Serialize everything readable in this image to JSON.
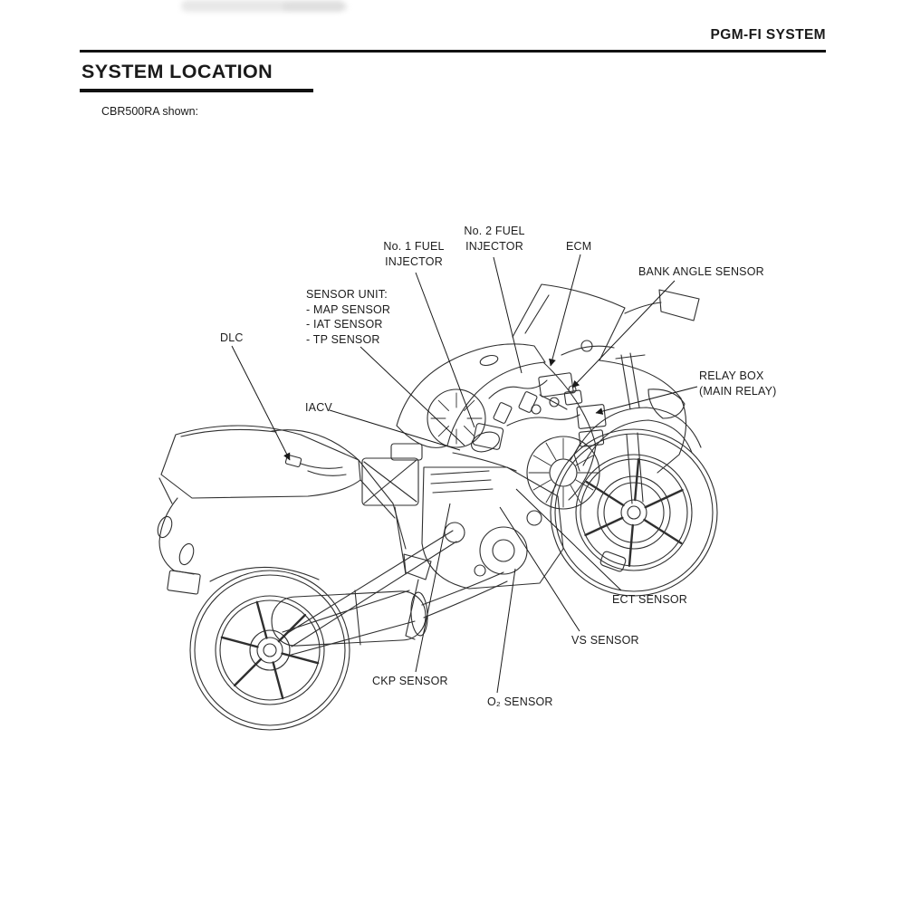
{
  "header": {
    "section_title": "PGM-FI SYSTEM"
  },
  "page": {
    "title": "SYSTEM LOCATION",
    "caption": "CBR500RA shown:"
  },
  "diagram": {
    "labels": [
      {
        "id": "no1-fuel-injector",
        "text": "No. 1 FUEL\nINJECTOR"
      },
      {
        "id": "no2-fuel-injector",
        "text": "No. 2 FUEL\nINJECTOR"
      },
      {
        "id": "ecm",
        "text": "ECM"
      },
      {
        "id": "bank-angle-sensor",
        "text": "BANK ANGLE SENSOR"
      },
      {
        "id": "sensor-unit",
        "text": "SENSOR UNIT:\n- MAP SENSOR\n- IAT SENSOR\n- TP SENSOR"
      },
      {
        "id": "dlc",
        "text": "DLC"
      },
      {
        "id": "relay-box",
        "text": "RELAY BOX\n(MAIN RELAY)"
      },
      {
        "id": "iacv",
        "text": "IACV"
      },
      {
        "id": "ect-sensor",
        "text": "ECT SENSOR"
      },
      {
        "id": "vs-sensor",
        "text": "VS SENSOR"
      },
      {
        "id": "ckp-sensor",
        "text": "CKP SENSOR"
      },
      {
        "id": "o2-sensor",
        "text": "O₂ SENSOR"
      }
    ]
  }
}
